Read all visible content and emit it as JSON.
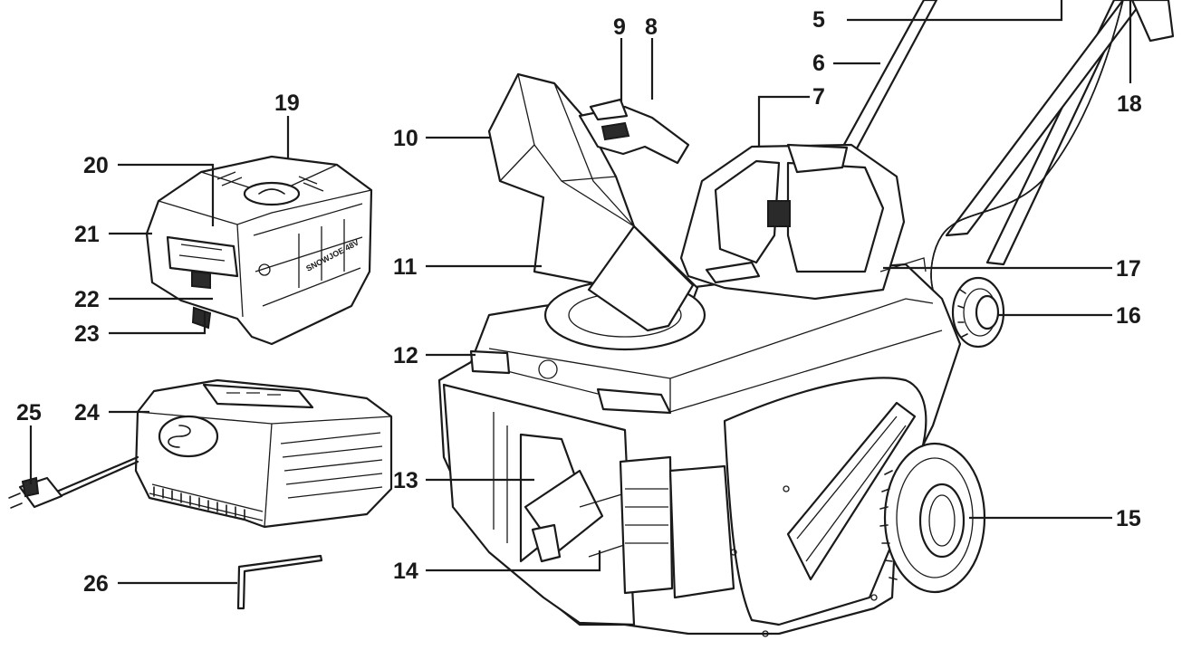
{
  "diagram": {
    "callouts": [
      {
        "id": "5",
        "label": "5"
      },
      {
        "id": "6",
        "label": "6"
      },
      {
        "id": "7",
        "label": "7"
      },
      {
        "id": "8",
        "label": "8"
      },
      {
        "id": "9",
        "label": "9"
      },
      {
        "id": "10",
        "label": "10"
      },
      {
        "id": "11",
        "label": "11"
      },
      {
        "id": "12",
        "label": "12"
      },
      {
        "id": "13",
        "label": "13"
      },
      {
        "id": "14",
        "label": "14"
      },
      {
        "id": "15",
        "label": "15"
      },
      {
        "id": "16",
        "label": "16"
      },
      {
        "id": "17",
        "label": "17"
      },
      {
        "id": "18",
        "label": "18"
      },
      {
        "id": "19",
        "label": "19"
      },
      {
        "id": "20",
        "label": "20"
      },
      {
        "id": "21",
        "label": "21"
      },
      {
        "id": "22",
        "label": "22"
      },
      {
        "id": "23",
        "label": "23"
      },
      {
        "id": "24",
        "label": "24"
      },
      {
        "id": "25",
        "label": "25"
      },
      {
        "id": "26",
        "label": "26"
      }
    ],
    "battery_side_text": "SNOWJOE 48V"
  }
}
